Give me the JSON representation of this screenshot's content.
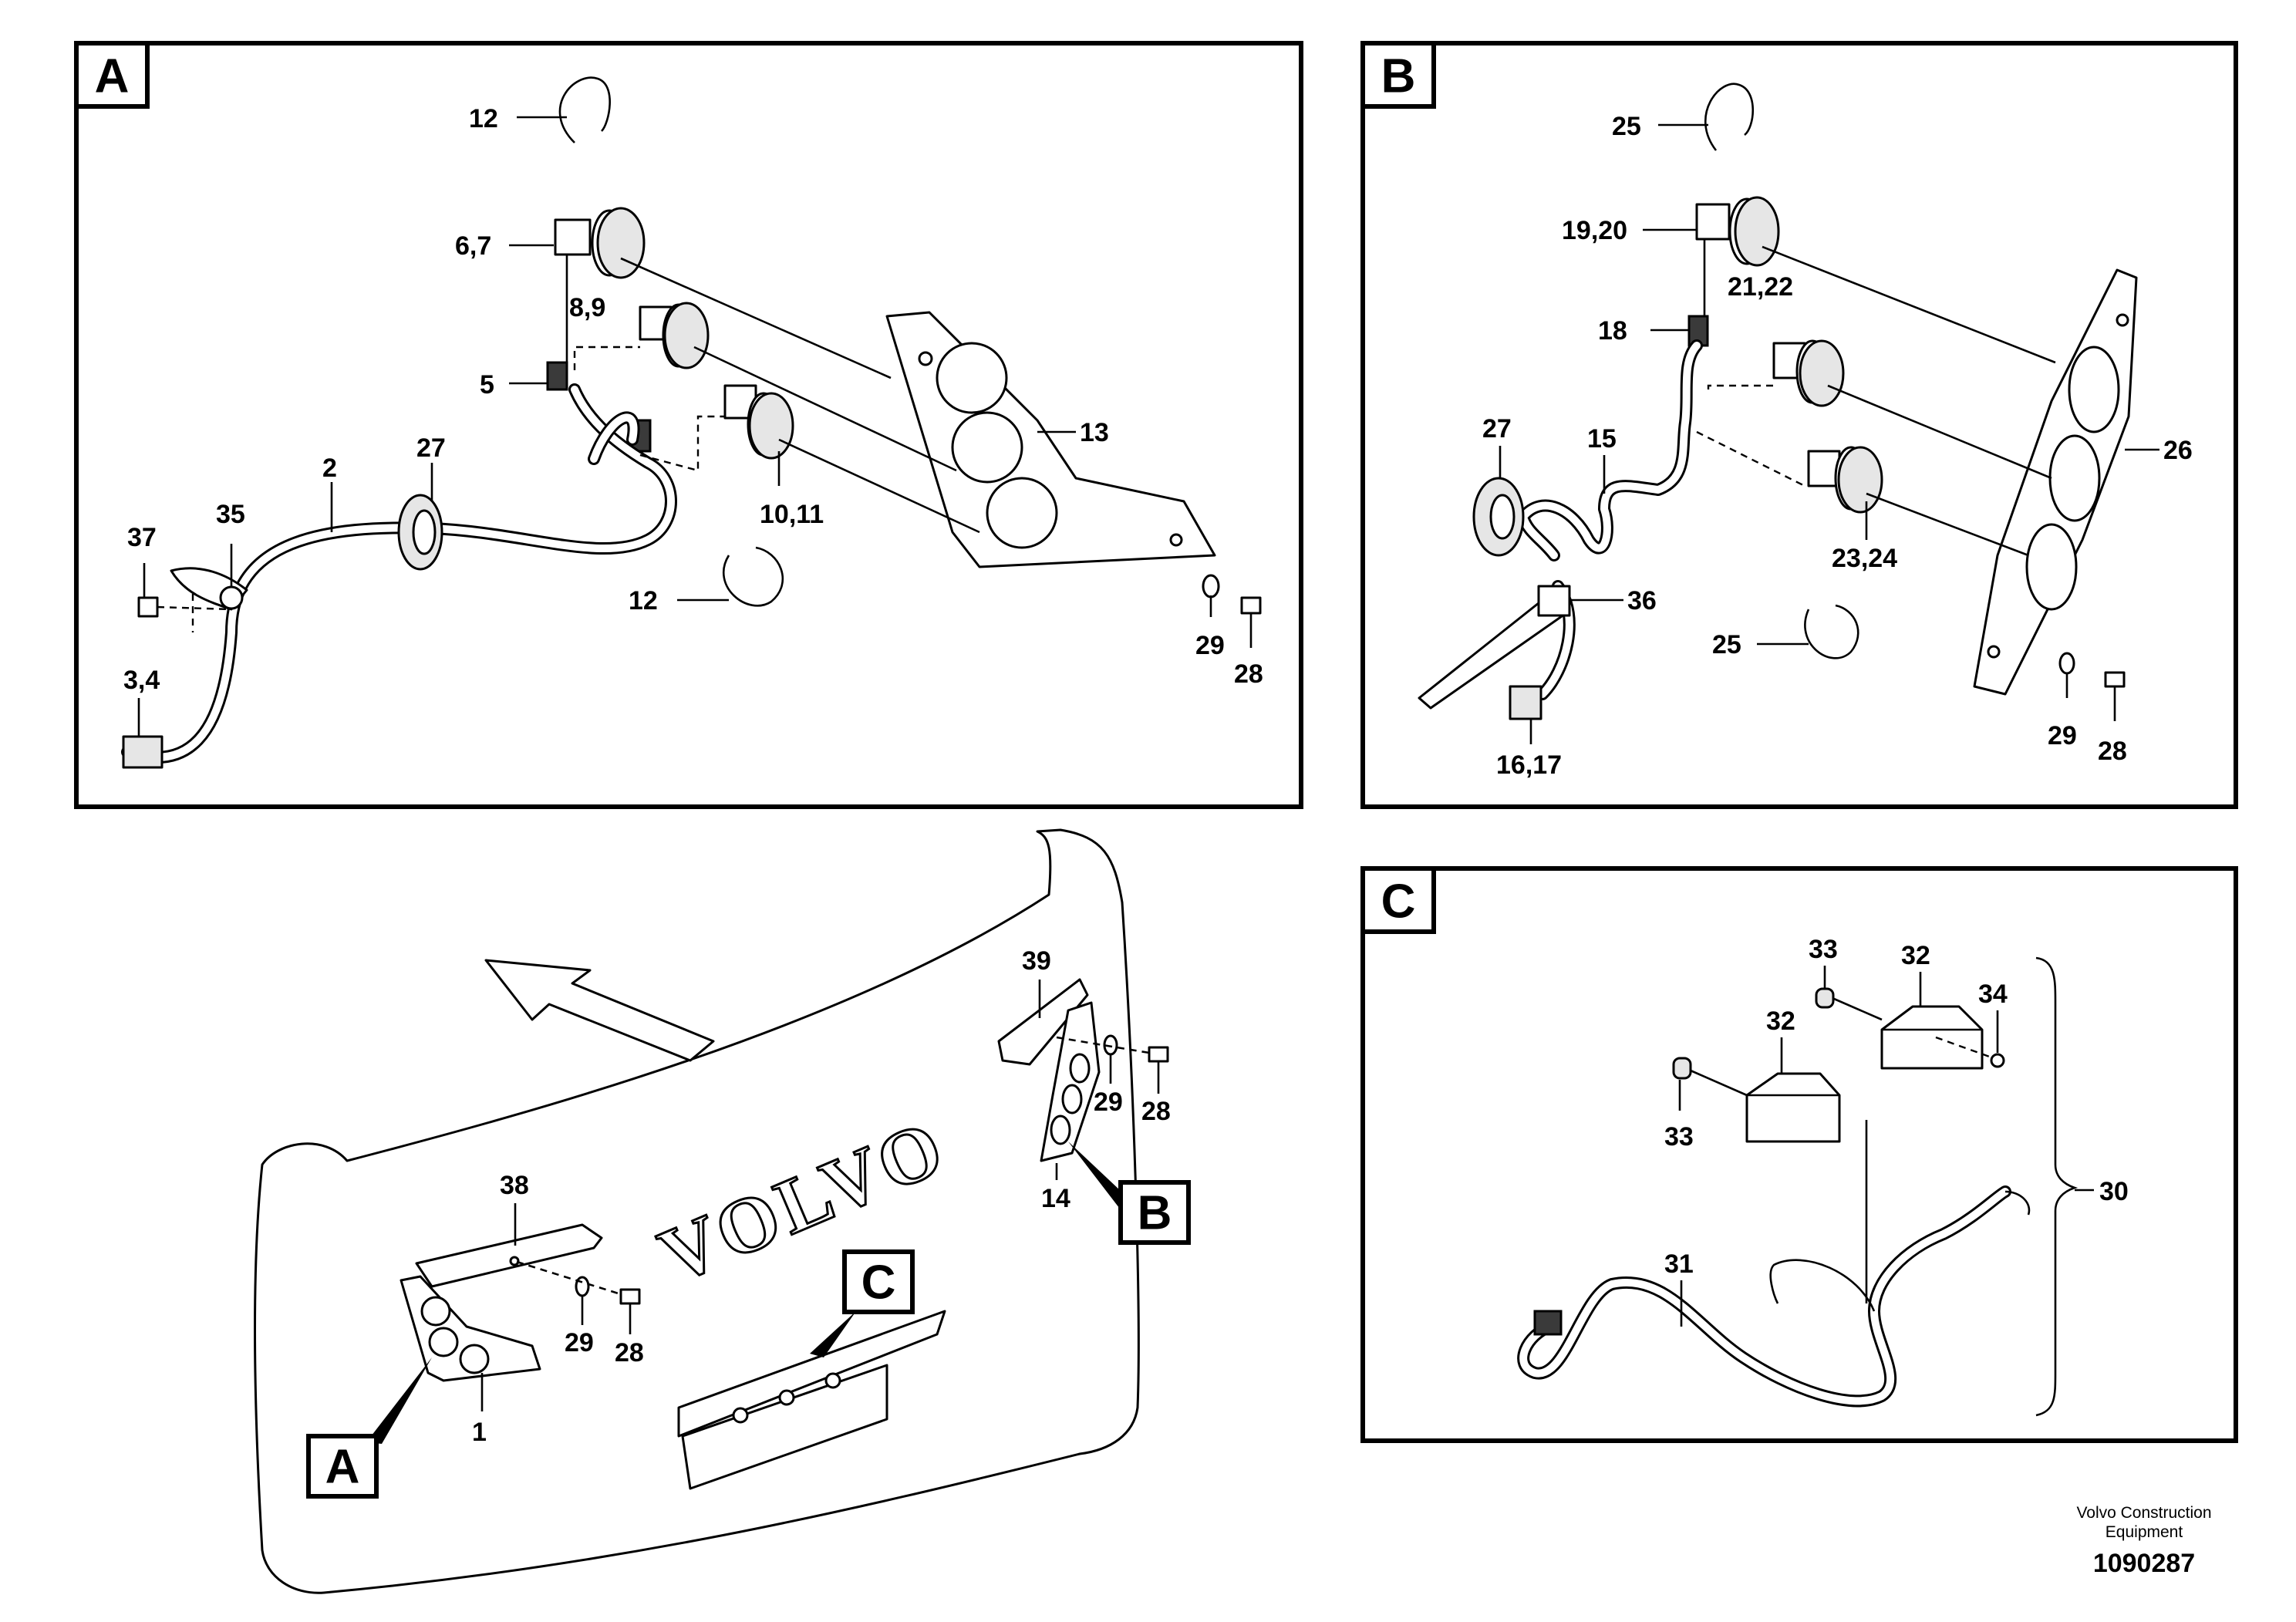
{
  "panel_a": {
    "tag": "A",
    "callouts": [
      "12",
      "6,7",
      "8,9",
      "5",
      "2",
      "27",
      "35",
      "37",
      "3,4",
      "10,11",
      "13",
      "12",
      "29",
      "28"
    ]
  },
  "panel_b": {
    "tag": "B",
    "callouts": [
      "25",
      "19,20",
      "21,22",
      "18",
      "27",
      "15",
      "26",
      "23,24",
      "36",
      "25",
      "16,17",
      "29",
      "28"
    ]
  },
  "panel_c": {
    "tag": "C",
    "callouts": [
      "33",
      "32",
      "34",
      "32",
      "33",
      "30",
      "31"
    ]
  },
  "overview": {
    "callouts": [
      "39",
      "29",
      "28",
      "14",
      "38",
      "29",
      "28",
      "1"
    ],
    "tags": [
      "A",
      "B",
      "C"
    ],
    "logo": "VOLVO"
  },
  "footer": {
    "company_line1": "Volvo Construction",
    "company_line2": "Equipment",
    "drawing_number": "1090287"
  }
}
